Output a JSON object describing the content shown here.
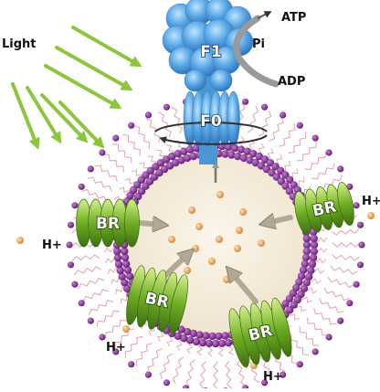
{
  "labels": {
    "light": "Light",
    "atp": "ATP",
    "pi": "Pi",
    "adp": "ADP",
    "f1": "F1",
    "f0": "F0",
    "br": "BR",
    "proton": "H+"
  },
  "colors": {
    "light_arrow": "#8cc63f",
    "atp_synthase": "#5aa8e6",
    "bacteriorhodopsin": "#6fae25",
    "membrane_head": "#7b2a8c",
    "membrane_tail": "#e6a7b2",
    "vesicle_interior": "#f7efe0",
    "proton": "#e8a24a",
    "flow_arrow": "#b3a894"
  }
}
